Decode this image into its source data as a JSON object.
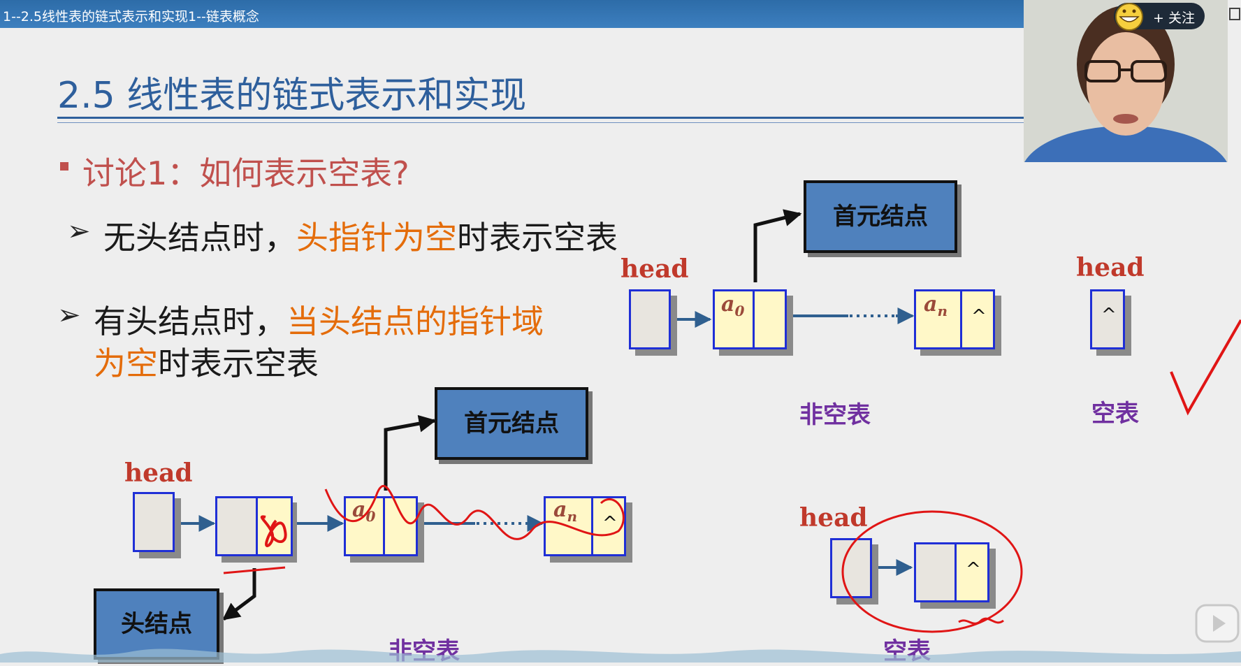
{
  "video": {
    "title": "1--2.5线性表的链式表示和实现1--链表概念",
    "follow_label": "+ 关注"
  },
  "slide": {
    "title": "2.5 线性表的链式表示和实现",
    "discussion": "讨论1：如何表示空表?",
    "point1": {
      "before": "无头结点时，",
      "highlight": "头指针为空",
      "after": "时表示空表"
    },
    "point2": {
      "before": "有头结点时，",
      "highlight1": "当头结点的指针域",
      "highlight2": "为空",
      "after": "时表示空表"
    }
  },
  "diagram": {
    "head_label": "head",
    "first_node": "首元结点",
    "head_node": "头结点",
    "nonempty": "非空表",
    "empty": "空表",
    "a0_base": "a",
    "a0_sub": "0",
    "an_base": "a",
    "an_sub": "n",
    "null": "^"
  },
  "colors": {
    "title_blue": "#2e5f9c",
    "discussion_red": "#c0504d",
    "highlight_orange": "#e46c0a",
    "box_blue": "#4f81bd",
    "caption_purple": "#7030a0"
  },
  "icons": {
    "grin": "grin-face-icon",
    "dots": "dots-icon",
    "play": "play-icon"
  }
}
